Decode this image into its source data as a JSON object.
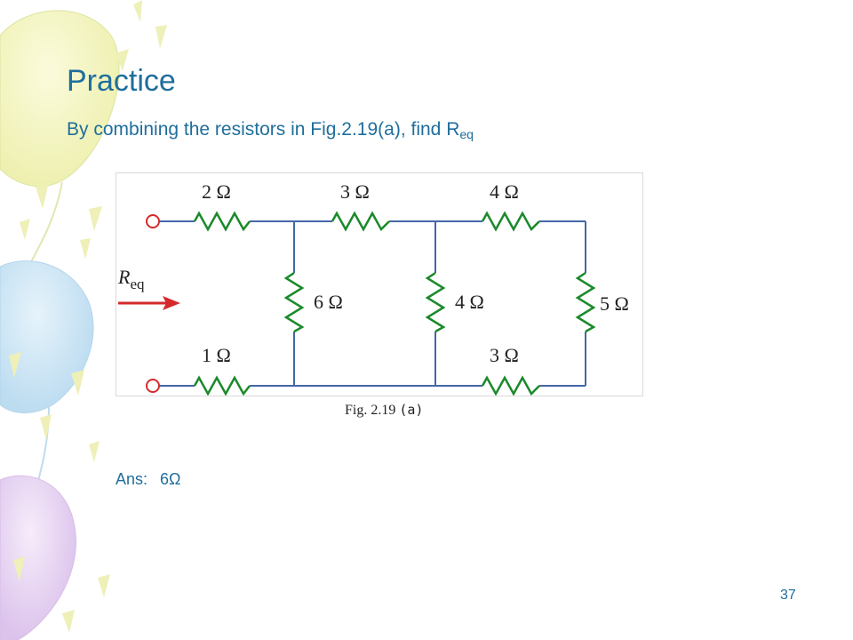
{
  "slide": {
    "title": "Practice",
    "subtitle_text": "By combining the resistors in Fig.2.19(a), find R",
    "subtitle_sub": "eq",
    "answer_label": "Ans:",
    "answer_value": "6Ω",
    "page_number": "37"
  },
  "figure": {
    "caption": "Fig. 2.19",
    "caption_tag": "(a)",
    "req_label": "R",
    "req_sub": "eq",
    "resistors": {
      "top_left": "2 Ω",
      "top_mid": "3 Ω",
      "top_right": "4 Ω",
      "shunt_left": "6 Ω",
      "shunt_mid": "4 Ω",
      "shunt_right": "5 Ω",
      "bottom_left": "1 Ω",
      "bottom_right": "3 Ω"
    }
  },
  "colors": {
    "title": "#1f6e9c",
    "wire": "#4466a8",
    "resistor": "#1a8a2a",
    "arrow": "#d42a2a",
    "terminal": "#d42a2a"
  }
}
